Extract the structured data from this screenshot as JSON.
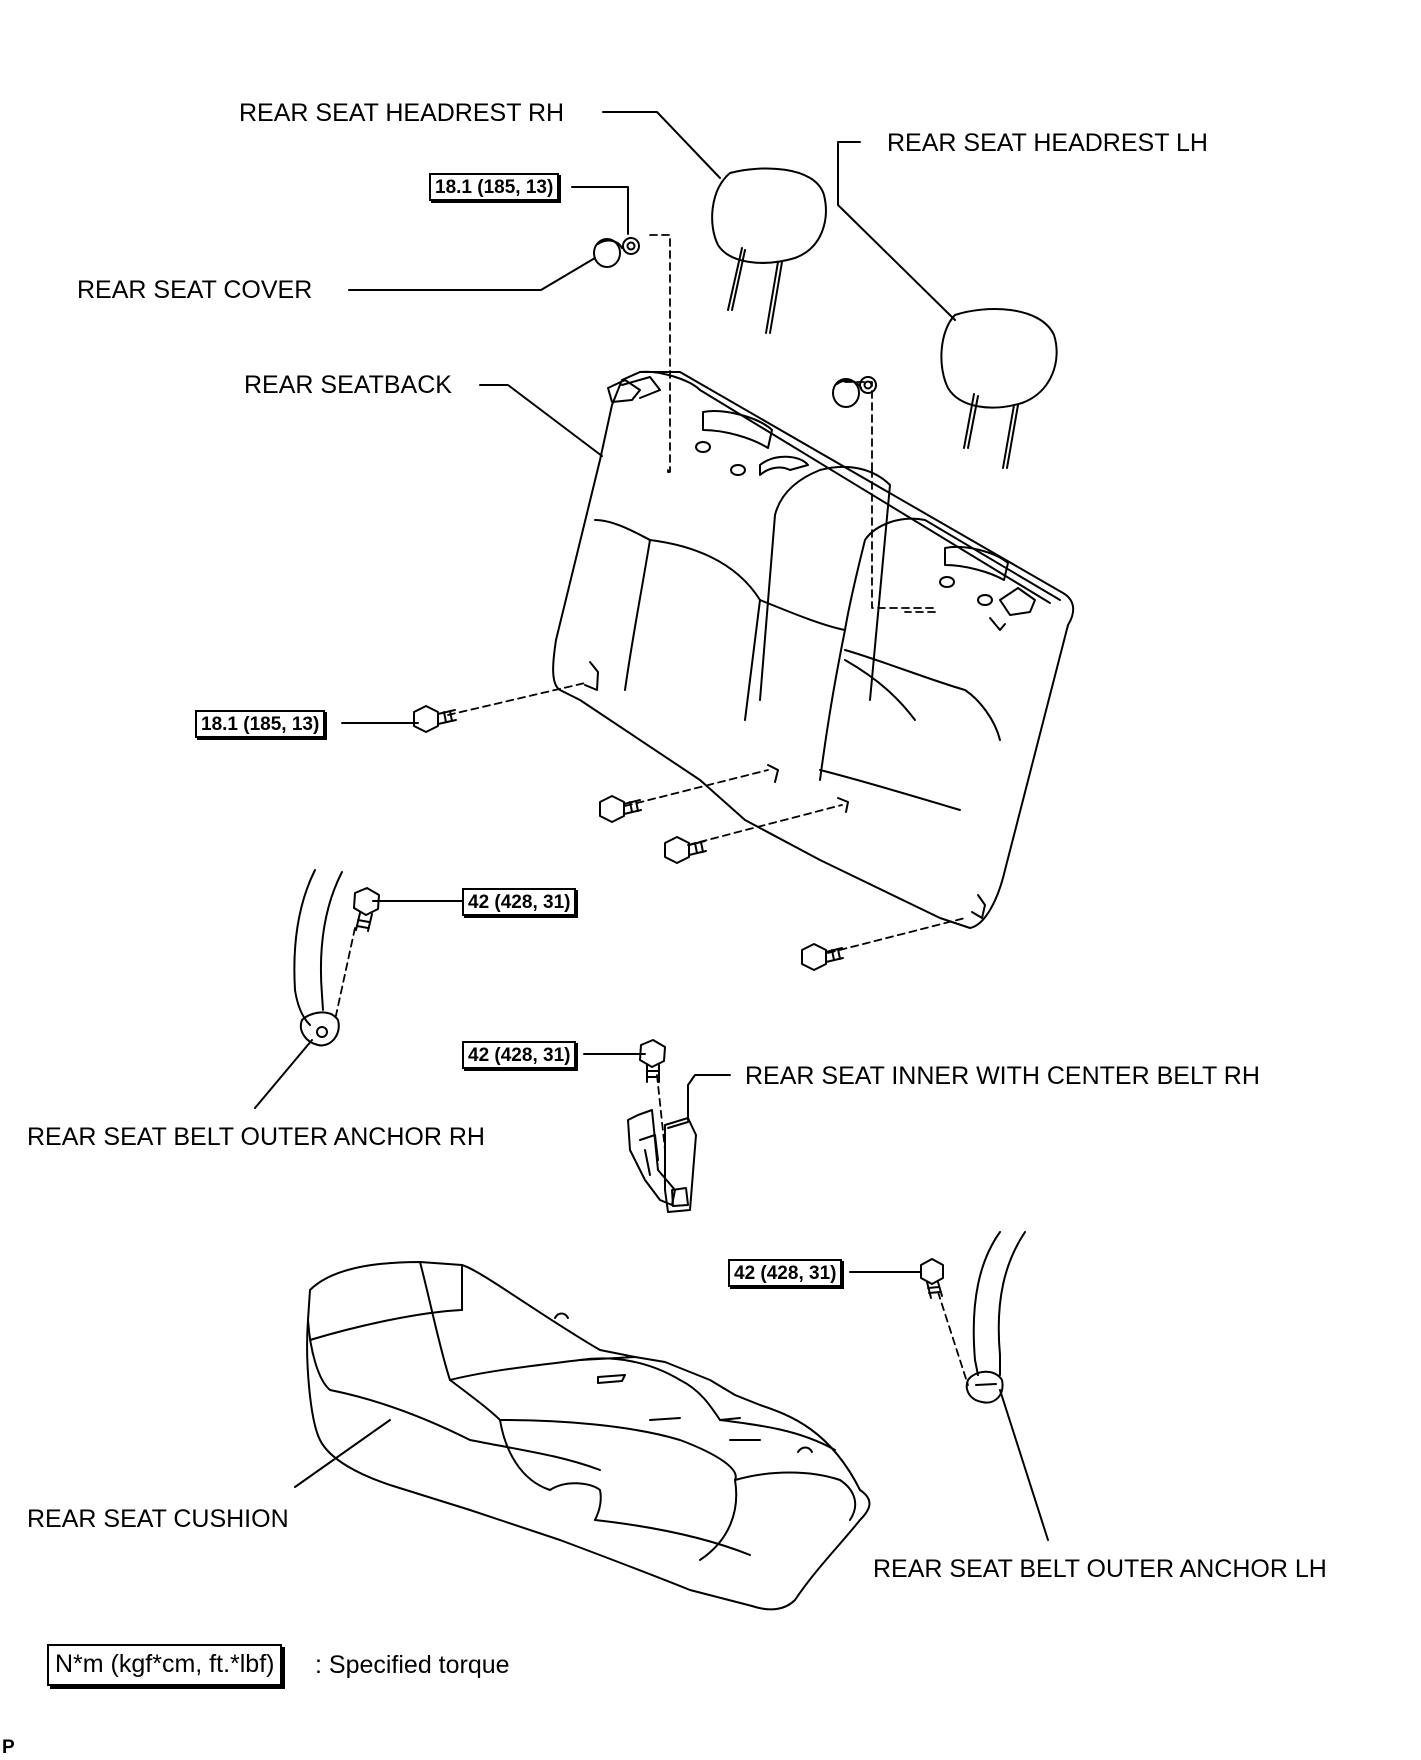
{
  "labels": {
    "headrest_rh": "REAR SEAT HEADREST RH",
    "headrest_lh": "REAR SEAT HEADREST LH",
    "seat_cover": "REAR SEAT COVER",
    "seatback": "REAR SEATBACK",
    "anchor_rh": "REAR SEAT BELT OUTER ANCHOR RH",
    "inner_center_belt": "REAR SEAT INNER WITH CENTER BELT RH",
    "cushion": "REAR SEAT CUSHION",
    "anchor_lh": "REAR SEAT BELT OUTER ANCHOR LH"
  },
  "torques": {
    "cover_nut": "18.1 (185, 13)",
    "seatback_bolt": "18.1 (185, 13)",
    "anchor_rh_bolt": "42 (428, 31)",
    "center_belt_bolt": "42 (428, 31)",
    "anchor_lh_bolt": "42 (428, 31)"
  },
  "legend": {
    "unit": "N*m (kgf*cm, ft.*lbf)",
    "meaning": ": Specified torque"
  },
  "corner_mark": "P"
}
